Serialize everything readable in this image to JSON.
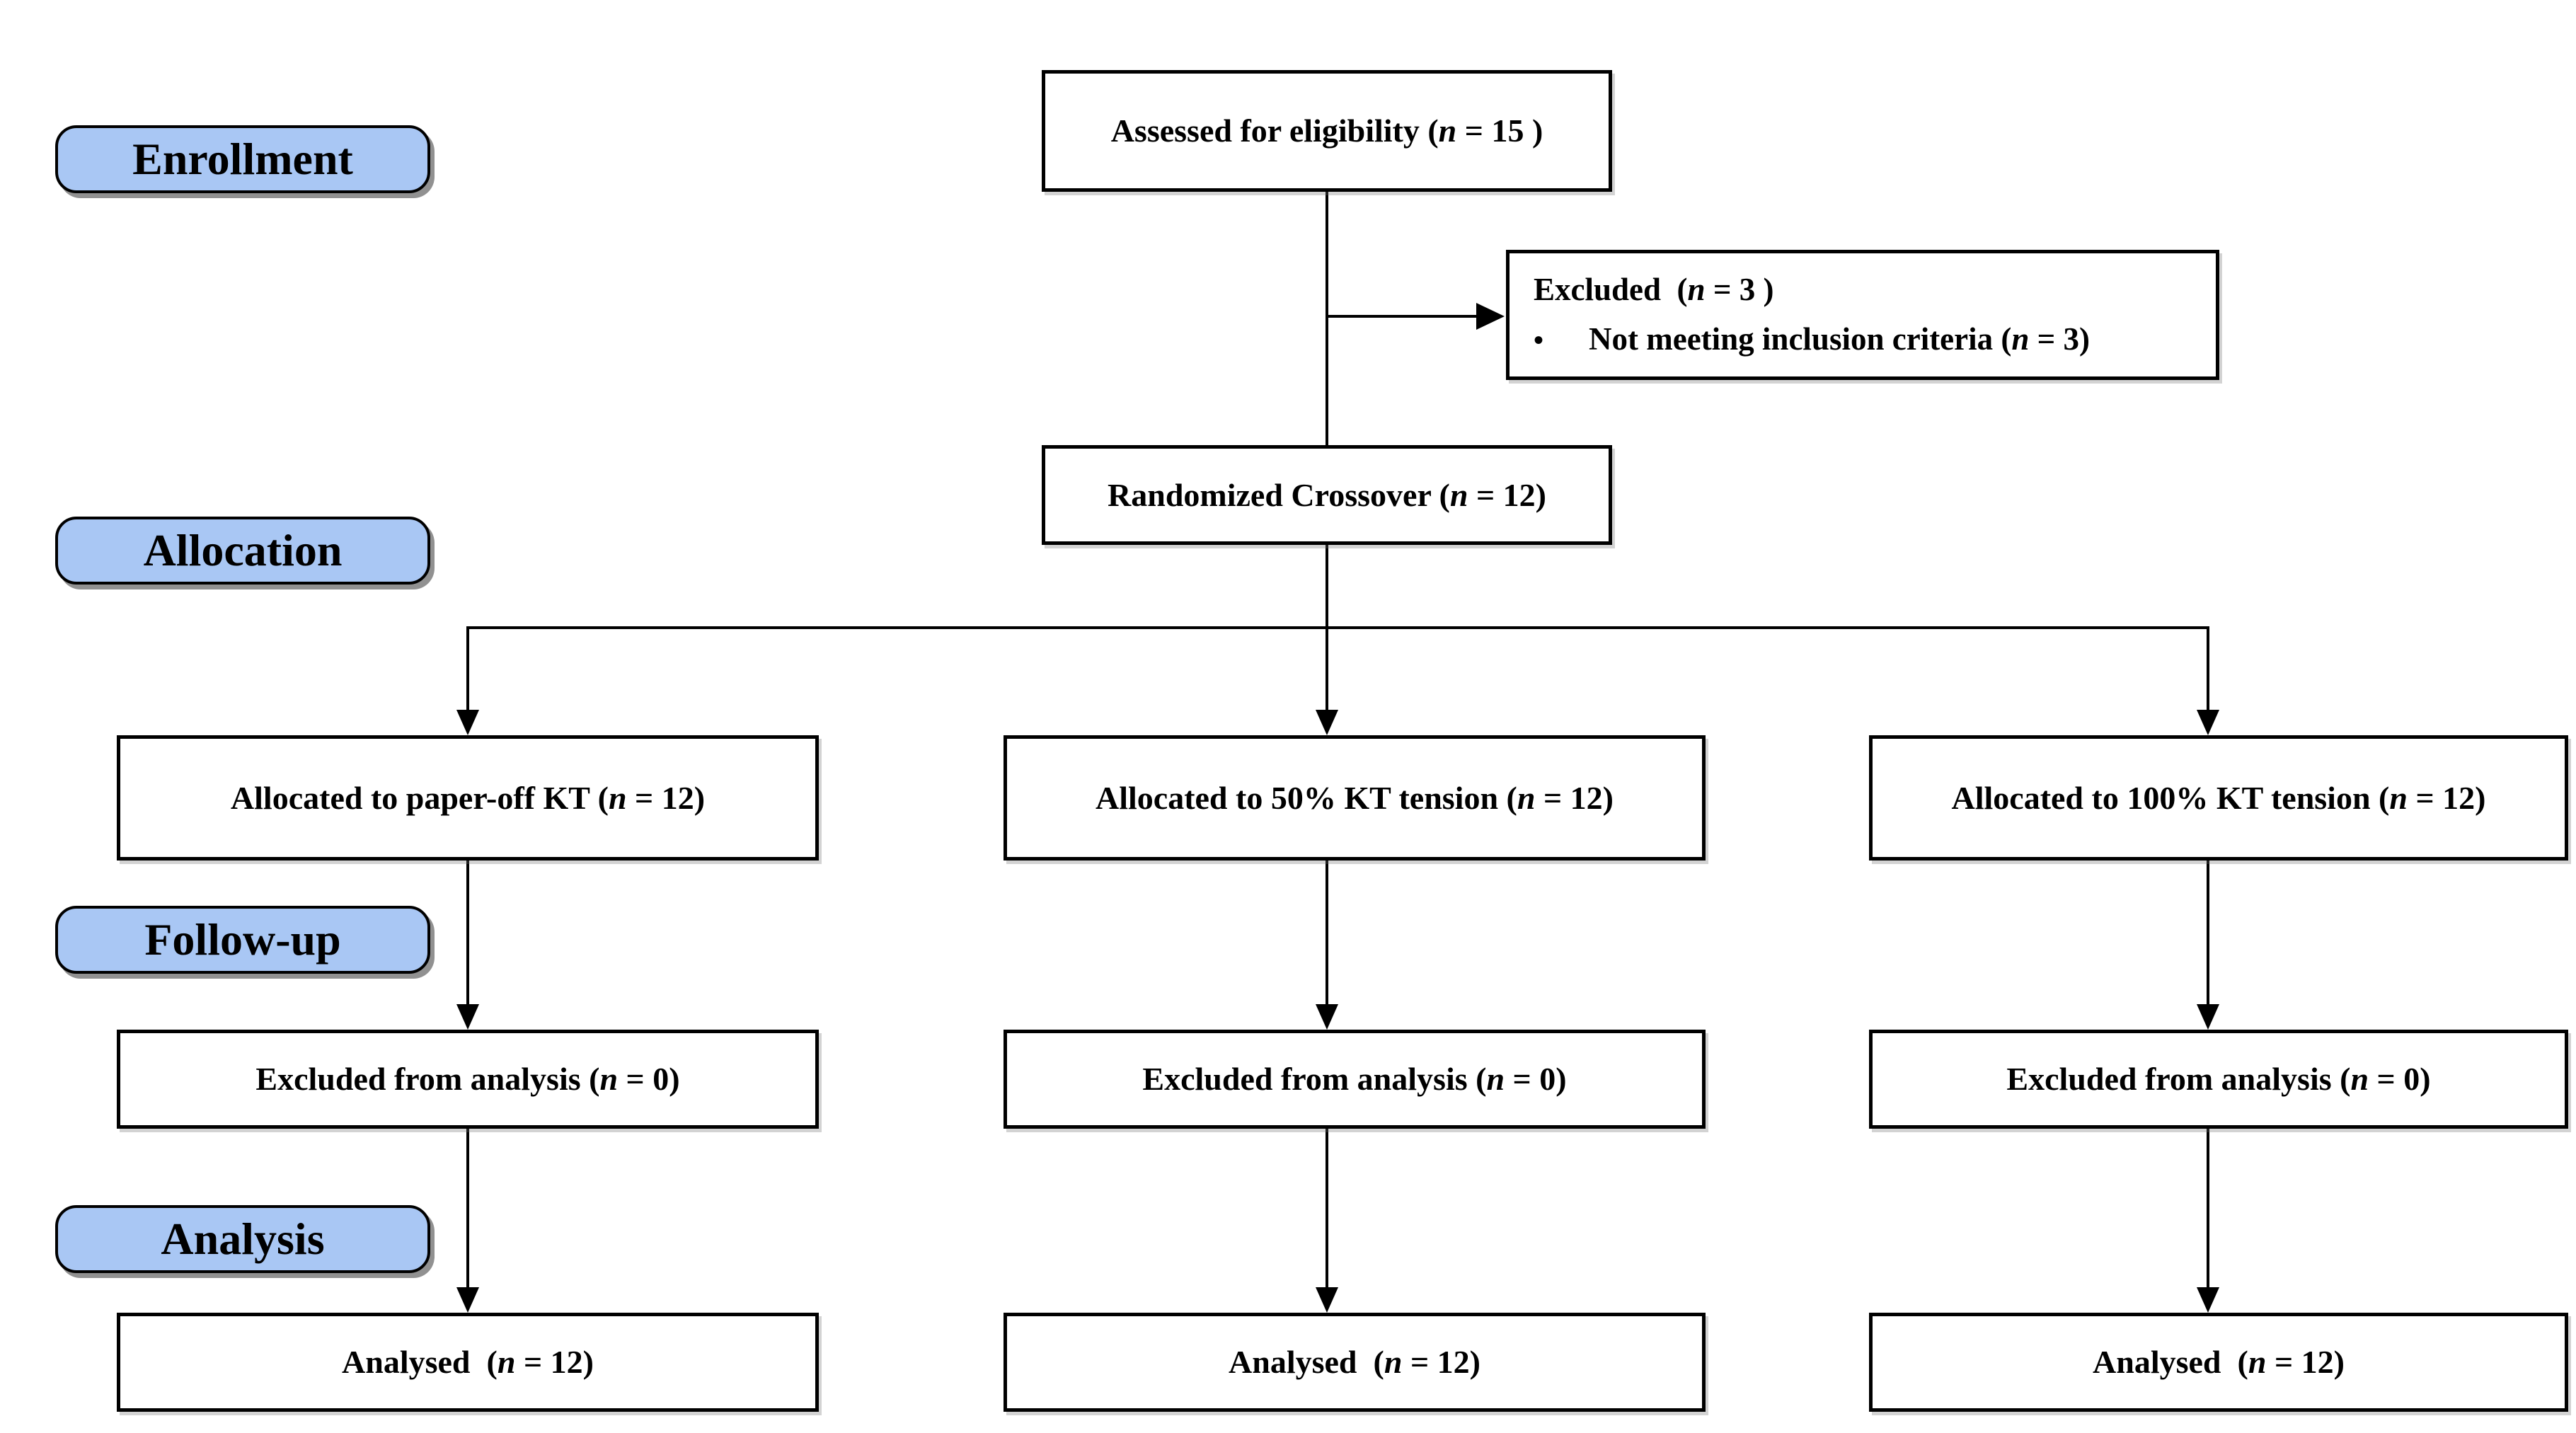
{
  "colors": {
    "background": "#ffffff",
    "stage_fill": "#a9c7f4",
    "stage_border": "#000000",
    "box_fill": "#ffffff",
    "box_border": "#000000",
    "arrow": "#000000",
    "text": "#000000"
  },
  "stages": {
    "enrollment": "Enrollment",
    "allocation": "Allocation",
    "followup": "Follow-up",
    "analysis": "Analysis"
  },
  "nodes": {
    "assessed": {
      "runs": [
        {
          "t": "Assessed for eligibility ("
        },
        {
          "t": "n",
          "i": true
        },
        {
          "t": " = 15 )"
        }
      ]
    },
    "excluded": {
      "title_runs": [
        {
          "t": "Excluded  ("
        },
        {
          "t": "n",
          "i": true
        },
        {
          "t": " = 3 )"
        }
      ],
      "bullet_marker": "•",
      "bullet_runs": [
        {
          "t": "Not meeting inclusion criteria ("
        },
        {
          "t": "n",
          "i": true
        },
        {
          "t": " = 3)"
        }
      ]
    },
    "randomized": {
      "runs": [
        {
          "t": "Randomized Crossover ("
        },
        {
          "t": "n",
          "i": true
        },
        {
          "t": " = 12)"
        }
      ]
    },
    "alloc_paper_off": {
      "runs": [
        {
          "t": "Allocated to paper-off KT ("
        },
        {
          "t": "n",
          "i": true
        },
        {
          "t": " = 12)"
        }
      ]
    },
    "alloc_50": {
      "runs": [
        {
          "t": "Allocated to 50% KT tension ("
        },
        {
          "t": "n",
          "i": true
        },
        {
          "t": " = 12)"
        }
      ]
    },
    "alloc_100": {
      "runs": [
        {
          "t": "Allocated to 100% KT tension ("
        },
        {
          "t": "n",
          "i": true
        },
        {
          "t": " = 12)"
        }
      ]
    },
    "excluded_analysis_left": {
      "runs": [
        {
          "t": "Excluded from analysis ("
        },
        {
          "t": "n",
          "i": true
        },
        {
          "t": " = 0)"
        }
      ]
    },
    "excluded_analysis_mid": {
      "runs": [
        {
          "t": "Excluded from analysis ("
        },
        {
          "t": "n",
          "i": true
        },
        {
          "t": " = 0)"
        }
      ]
    },
    "excluded_analysis_right": {
      "runs": [
        {
          "t": "Excluded from analysis ("
        },
        {
          "t": "n",
          "i": true
        },
        {
          "t": " = 0)"
        }
      ]
    },
    "analysed_left": {
      "runs": [
        {
          "t": "Analysed  ("
        },
        {
          "t": "n",
          "i": true
        },
        {
          "t": " = 12)"
        }
      ]
    },
    "analysed_mid": {
      "runs": [
        {
          "t": "Analysed  ("
        },
        {
          "t": "n",
          "i": true
        },
        {
          "t": " = 12)"
        }
      ]
    },
    "analysed_right": {
      "runs": [
        {
          "t": "Analysed  ("
        },
        {
          "t": "n",
          "i": true
        },
        {
          "t": " = 12)"
        }
      ]
    }
  }
}
